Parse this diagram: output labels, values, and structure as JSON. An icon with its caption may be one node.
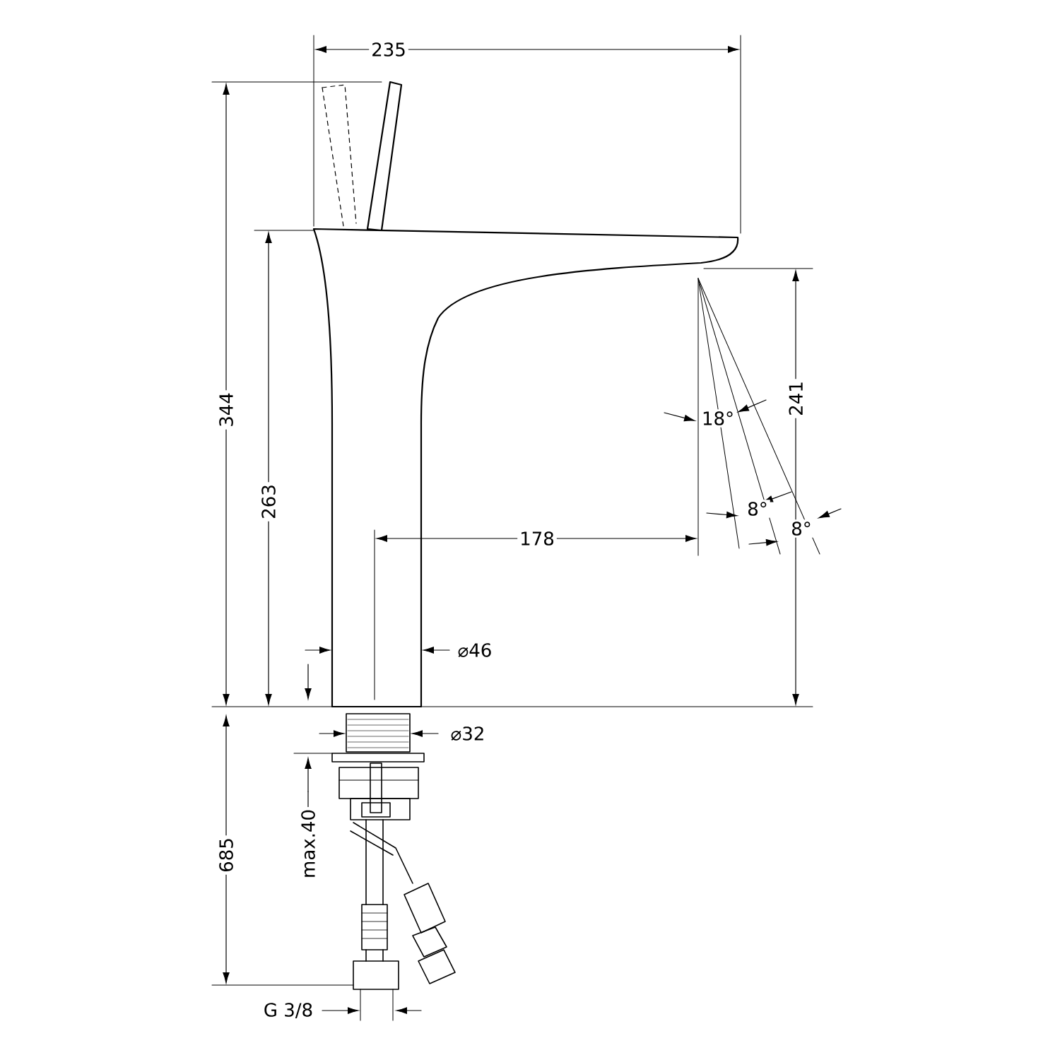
{
  "diagram": {
    "labels": [
      "235",
      "344",
      "263",
      "18°",
      "241",
      "8°",
      "8°",
      "178",
      "⌀46",
      "⌀32",
      "max.40",
      "685",
      "G 3/8"
    ]
  }
}
